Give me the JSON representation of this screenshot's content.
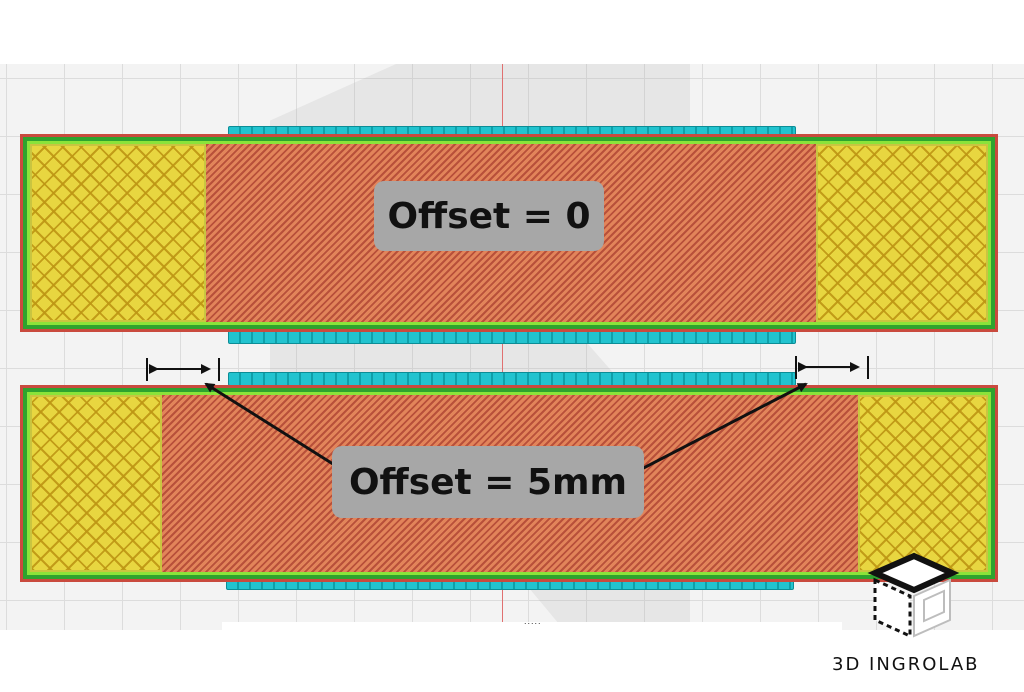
{
  "labels": {
    "top": "Offset = 0",
    "bottom": "Offset = 5mm"
  },
  "footer": {
    "dots": ".....",
    "brand": "3D INGROLAB"
  },
  "icons": {
    "logo": "isometric-cube-icon",
    "offset_arrows": "double-headed-arrow-icon"
  },
  "colors": {
    "support": "#22c3cf",
    "perimeter": "#c94a3e",
    "wall": "#2ea32e",
    "infill": "#e8d640",
    "solid_infill": "#d9784a",
    "label_bg": "#a7a7a7"
  }
}
